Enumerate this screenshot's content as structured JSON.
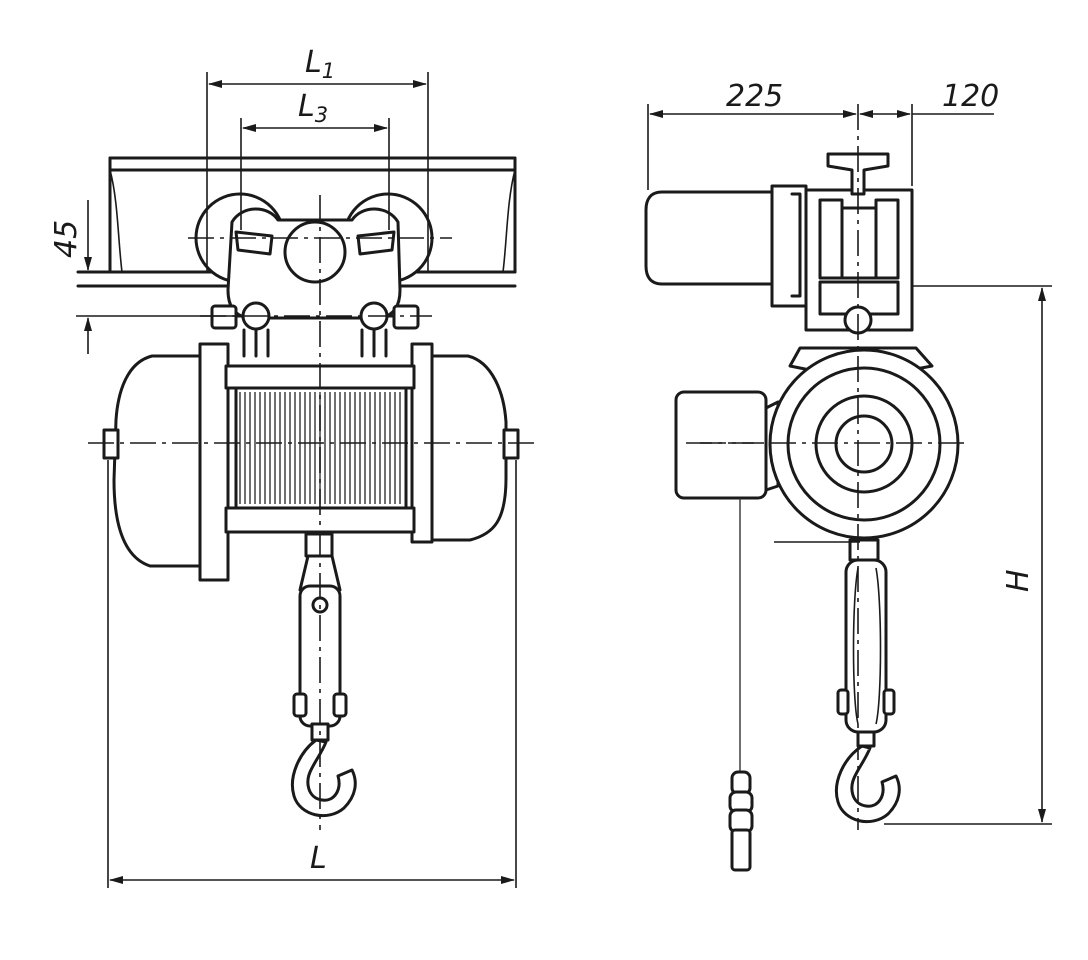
{
  "dimensions": {
    "L1": {
      "main": "L",
      "sub": "1"
    },
    "L3": {
      "main": "L",
      "sub": "3"
    },
    "L": "L",
    "d45": "45",
    "d225": "225",
    "d120": "120",
    "H": "H"
  }
}
